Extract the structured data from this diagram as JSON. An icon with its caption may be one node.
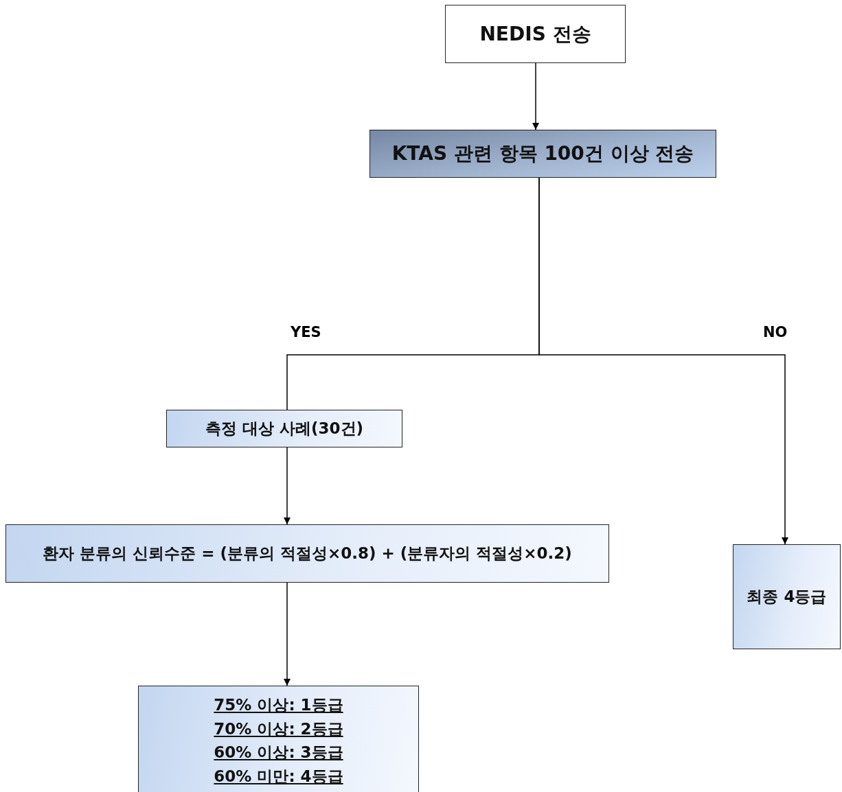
{
  "diagram": {
    "nodes": [
      {
        "text": [
          "NEDIS 전송"
        ]
      },
      {
        "text": [
          "KTAS 관련 항목 100건 이상 전송"
        ]
      },
      {
        "text": [
          "측정 대상 사례(30건)"
        ]
      },
      {
        "text": [
          "환자 분류의 신뢰수준 = (분류의 적절성×0.8) + (분류자의 적절성×0.2)"
        ]
      },
      {
        "text": [
          "최종 4등급"
        ]
      },
      {
        "text": [
          "75% 이상: 1등급",
          "70% 이상: 2등급",
          "60% 이상: 3등급",
          "60% 미만: 4등급"
        ]
      }
    ],
    "edges": [
      {
        "from": 0,
        "to": 1,
        "arrow": "to"
      },
      {
        "from": 1,
        "to": 2,
        "arrow": "none",
        "label": "YES"
      },
      {
        "from": 1,
        "to": 4,
        "arrow": "to",
        "label": "NO"
      },
      {
        "from": 2,
        "to": 3,
        "arrow": "to"
      },
      {
        "from": 3,
        "to": 5,
        "arrow": "to"
      }
    ]
  }
}
